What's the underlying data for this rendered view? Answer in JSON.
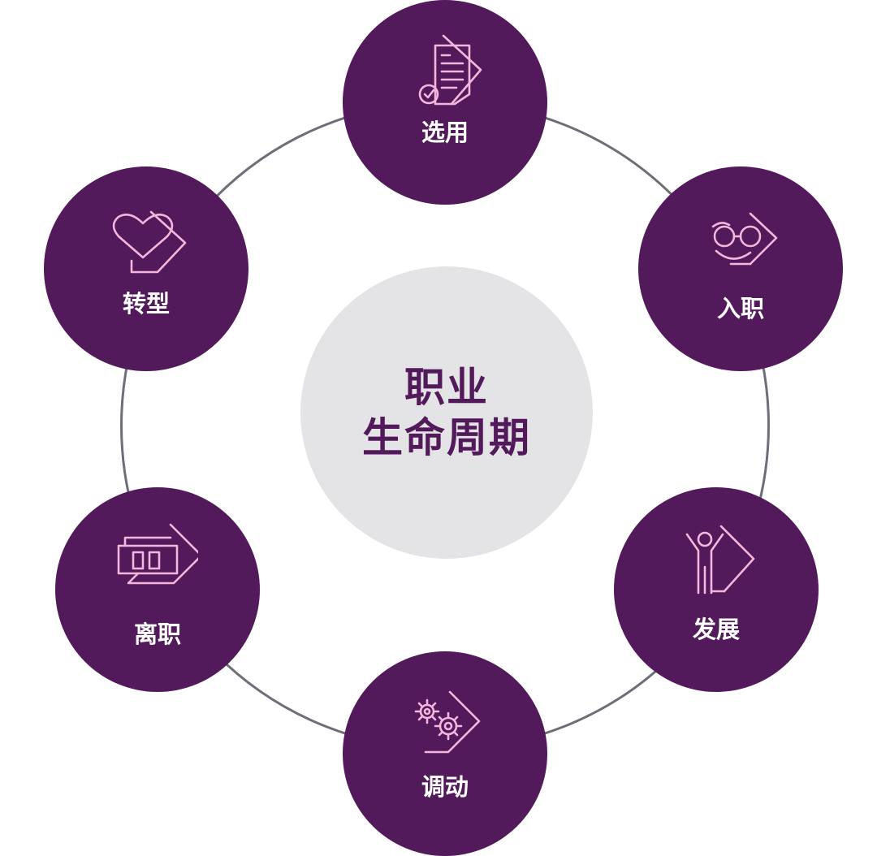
{
  "colors": {
    "node_fill": "#521a5a",
    "icon_stroke": "#f4b6dc",
    "center_fill": "#e4e4e6",
    "center_text": "#521a5a",
    "ring": "#6e6e78"
  },
  "center": {
    "line1": "职业",
    "line2": "生命周期"
  },
  "stages": [
    {
      "label": "选用",
      "icon": "document-check-icon"
    },
    {
      "label": "入职",
      "icon": "smiling-face-glasses-icon"
    },
    {
      "label": "发展",
      "icon": "person-arms-raised-icon"
    },
    {
      "label": "调动",
      "icon": "gears-icon"
    },
    {
      "label": "离职",
      "icon": "exit-door-icon"
    },
    {
      "label": "转型",
      "icon": "heart-icon"
    }
  ]
}
